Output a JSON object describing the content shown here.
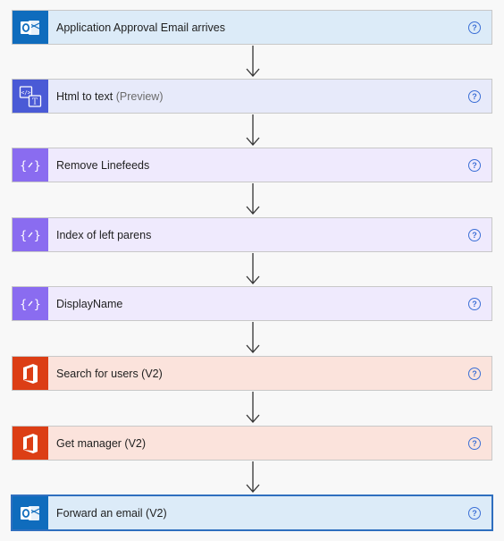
{
  "flow": {
    "steps": [
      {
        "label": "Application Approval Email arrives",
        "suffix": "",
        "icon": "outlook-icon",
        "help": "?"
      },
      {
        "label": "Html to text",
        "suffix": "(Preview)",
        "icon": "html-to-text-icon",
        "help": "?"
      },
      {
        "label": "Remove Linefeeds",
        "suffix": "",
        "icon": "compose-icon",
        "help": "?"
      },
      {
        "label": "Index of left parens",
        "suffix": "",
        "icon": "compose-icon",
        "help": "?"
      },
      {
        "label": "DisplayName",
        "suffix": "",
        "icon": "compose-icon",
        "help": "?"
      },
      {
        "label": "Search for users (V2)",
        "suffix": "",
        "icon": "office365-icon",
        "help": "?"
      },
      {
        "label": "Get manager (V2)",
        "suffix": "",
        "icon": "office365-icon",
        "help": "?"
      },
      {
        "label": "Forward an email (V2)",
        "suffix": "",
        "icon": "outlook-icon",
        "help": "?"
      }
    ]
  },
  "colors": {
    "outlook": "#0f6cbd",
    "html_to_text": "#4a5ad6",
    "compose": "#8a6cf0",
    "office365": "#dc3e15",
    "help": "#3b6fd6"
  }
}
